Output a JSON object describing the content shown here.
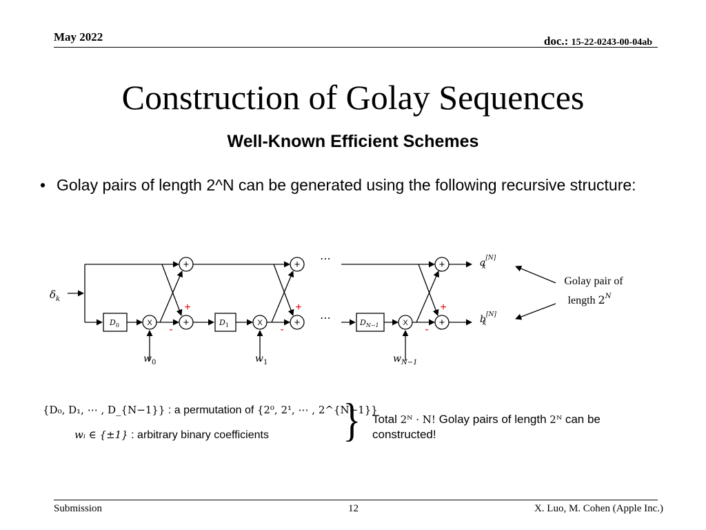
{
  "header": {
    "date": "May 2022",
    "doc_prefix": "doc.:",
    "doc_number": "15-22-0243-00-04ab"
  },
  "title": "Construction of Golay Sequences",
  "subtitle": "Well-Known Efficient Schemes",
  "bullet": {
    "symbol": "•",
    "text": "Golay pairs of length 2^N can be generated using the following recursive structure:"
  },
  "diagram": {
    "input_label": "δ",
    "input_sub": "k",
    "delay_labels": [
      {
        "base": "D",
        "sub": "0"
      },
      {
        "base": "D",
        "sub": "1"
      },
      {
        "base": "D",
        "sub": "N−1"
      }
    ],
    "weight_labels": [
      {
        "base": "w",
        "sub": "0"
      },
      {
        "base": "w",
        "sub": "1"
      },
      {
        "base": "w",
        "sub": "N−1"
      }
    ],
    "multiplier_symbol": "X",
    "adder_symbol": "+",
    "plus_sign": "+",
    "minus_sign": "-",
    "ellipsis": "⋯",
    "output_a": {
      "base": "a",
      "sub": "k",
      "sup": "[N]"
    },
    "output_b": {
      "base": "b",
      "sub": "k",
      "sup": "[N]"
    },
    "golay_label_line1": "Golay pair of",
    "golay_label_line2": "length",
    "golay_label_power": "2",
    "golay_label_exp": "N",
    "accent_color": "#e8000b"
  },
  "notes": {
    "permutation_set": "{D₀, D₁, ⋯ , D_{N−1}}",
    "permutation_text": " : a permutation of ",
    "permutation_of": "{2⁰, 2¹, ⋯ , 2^{N−1}}",
    "weights_math": "wᵢ ∈ {±1}",
    "weights_text": " : arbitrary binary coefficients",
    "brace": "}",
    "total_a": "Total ",
    "total_math": "2ᴺ · N!",
    "total_b": " Golay pairs of length ",
    "total_len": "2ᴺ",
    "total_c": " can be constructed!"
  },
  "footer": {
    "left": "Submission",
    "page": "12",
    "right": "X. Luo, M. Cohen (Apple Inc.)"
  }
}
